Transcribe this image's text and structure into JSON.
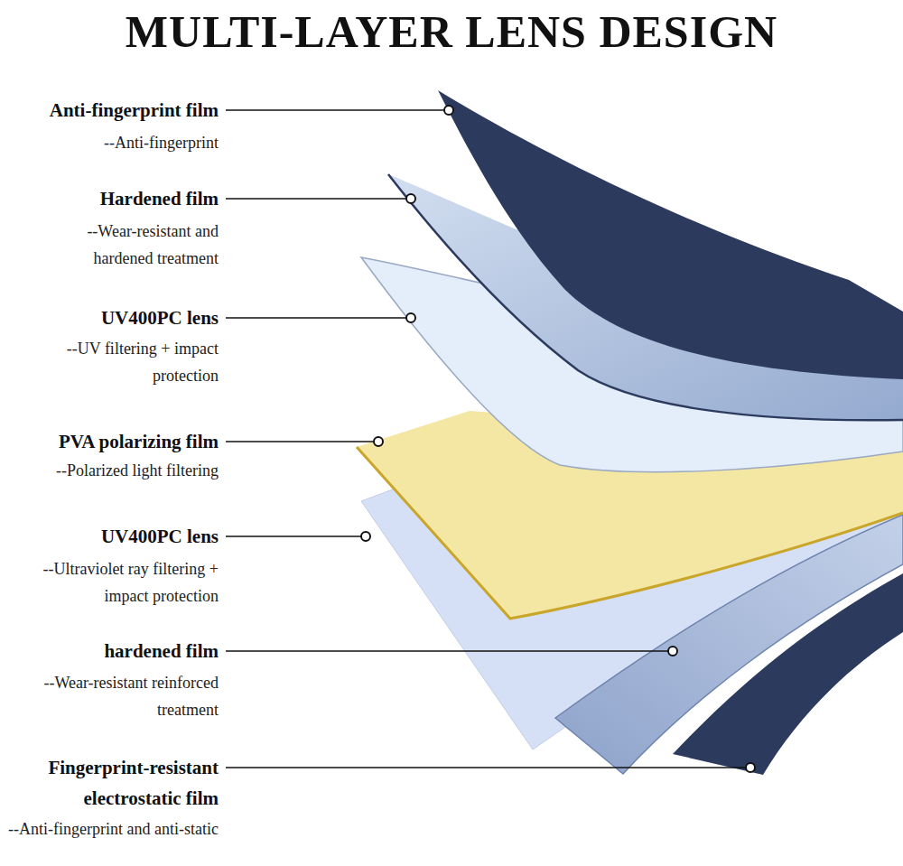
{
  "diagram": {
    "title": "MULTI-LAYER LENS DESIGN",
    "labels": [
      "Anti-fingerprint film",
      "--Anti-fingerprint",
      "Hardened film",
      "--Wear-resistant and hardened treatment",
      "UV400PC lens",
      "--UV filtering + impact protection",
      "PVA polarizing film",
      "--Polarized light filtering",
      "UV400PC lens",
      "--Ultraviolet ray filtering + impact protection",
      "hardened film",
      "--Wear-resistant reinforced treatment",
      "Fingerprint-resistant electrostatic film",
      "--Anti-fingerprint and anti-static"
    ]
  }
}
